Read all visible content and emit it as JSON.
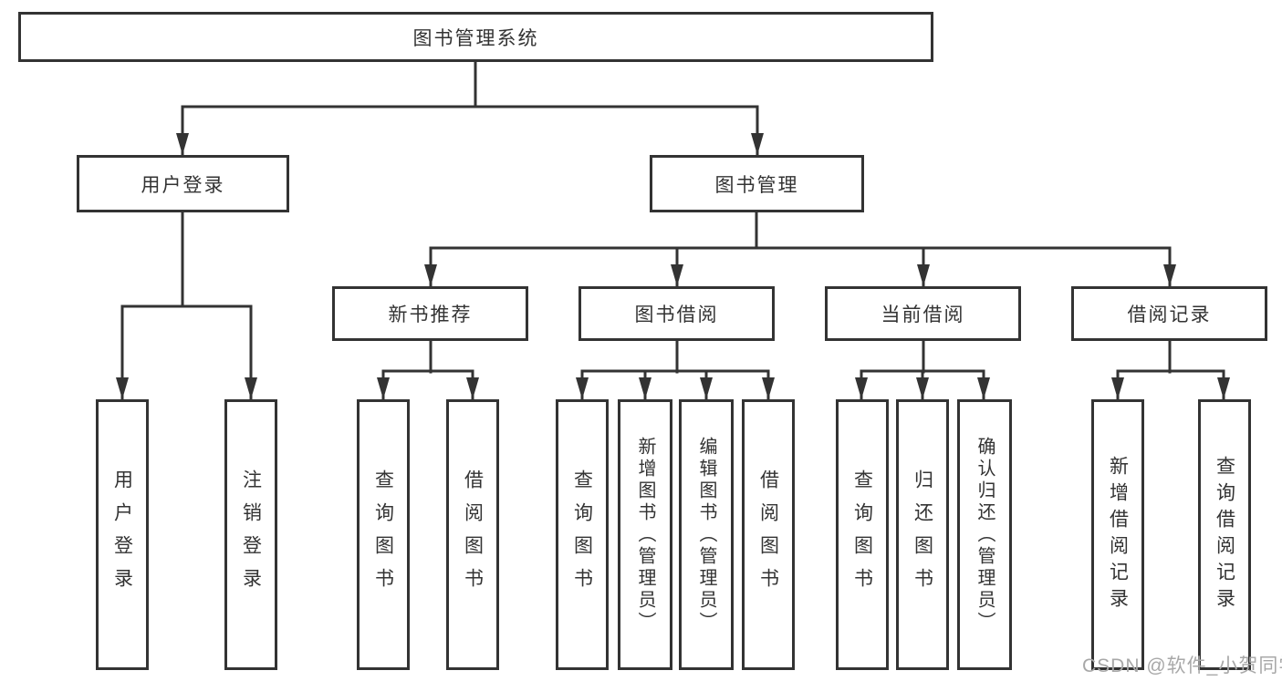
{
  "diagram": {
    "title": "图书管理系统",
    "branches": [
      {
        "label": "用户登录",
        "children": [
          {
            "label": "用户登录"
          },
          {
            "label": "注销登录"
          }
        ]
      },
      {
        "label": "图书管理",
        "children": [
          {
            "label": "新书推荐",
            "children": [
              {
                "label": "查询图书"
              },
              {
                "label": "借阅图书"
              }
            ]
          },
          {
            "label": "图书借阅",
            "children": [
              {
                "label": "查询图书"
              },
              {
                "label": "新增图书（管理员）"
              },
              {
                "label": "编辑图书（管理员）"
              },
              {
                "label": "借阅图书"
              }
            ]
          },
          {
            "label": "当前借阅",
            "children": [
              {
                "label": "查询图书"
              },
              {
                "label": "归还图书"
              },
              {
                "label": "确认归还（管理员）"
              }
            ]
          },
          {
            "label": "借阅记录",
            "children": [
              {
                "label": "新增借阅记录"
              },
              {
                "label": "查询借阅记录"
              }
            ]
          }
        ]
      }
    ]
  },
  "colors": {
    "line": "#333333",
    "box_border": "#333333",
    "text": "#333333",
    "watermark": "#a8a8a8"
  },
  "watermark": {
    "text": "CSDN @软件_小贺同学"
  }
}
